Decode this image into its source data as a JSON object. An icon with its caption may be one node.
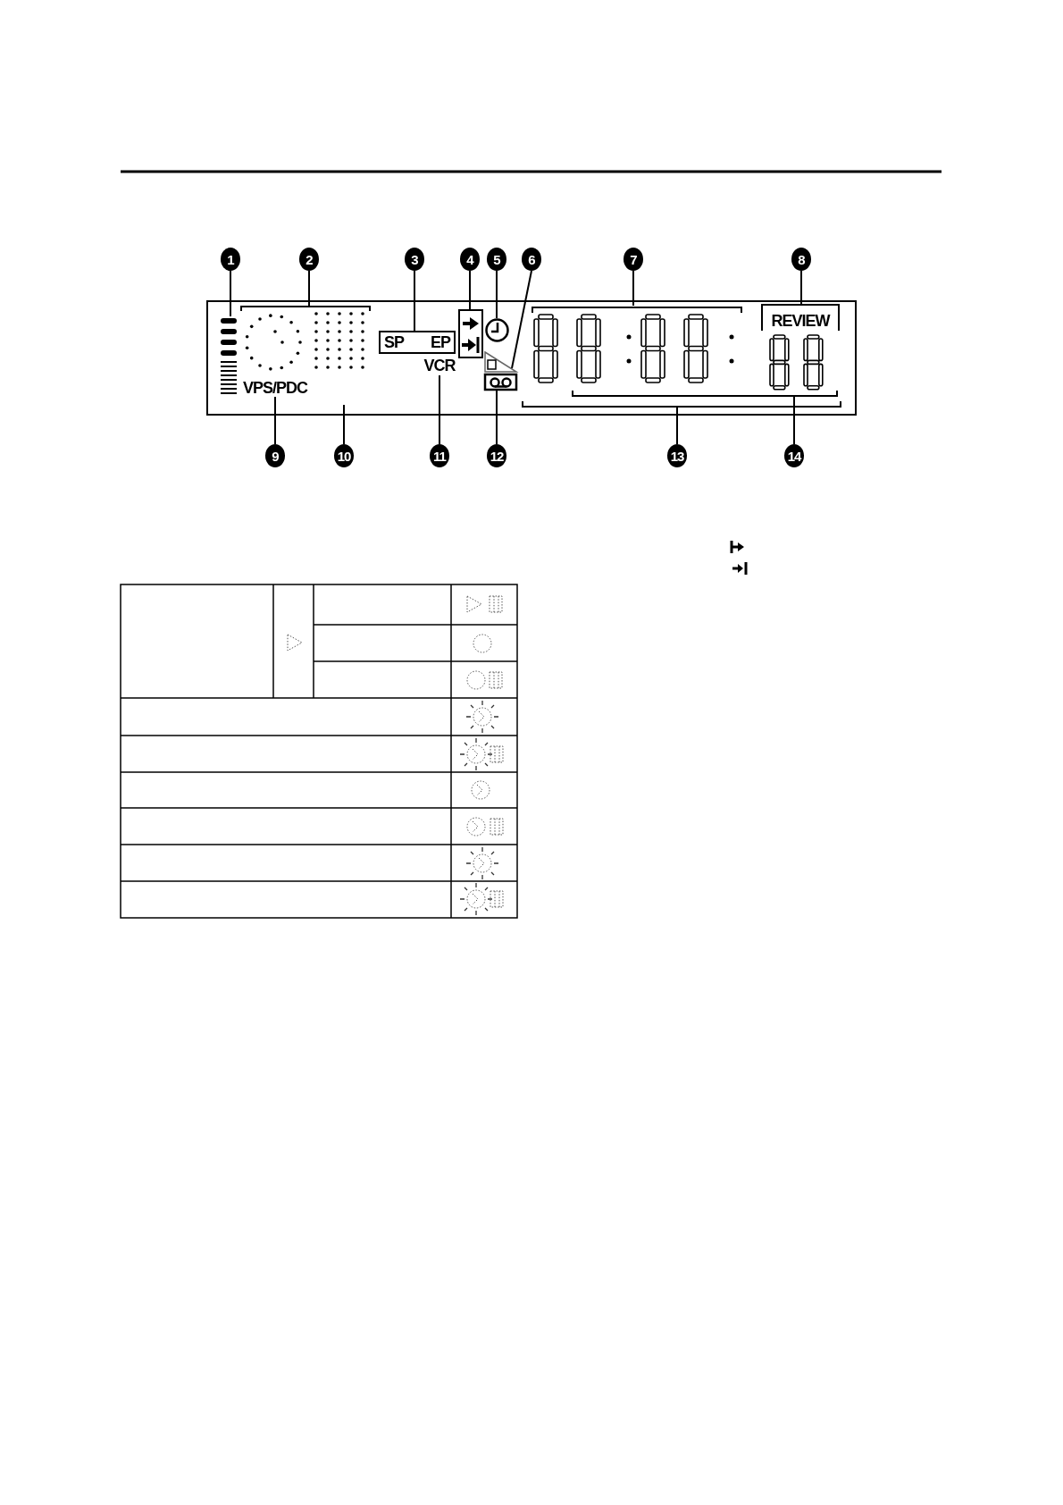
{
  "diagram": {
    "nodes": [
      {
        "text": [
          "1"
        ]
      },
      {
        "text": [
          "2"
        ]
      },
      {
        "text": [
          "3"
        ]
      },
      {
        "text": [
          "4"
        ]
      },
      {
        "text": [
          "5"
        ]
      },
      {
        "text": [
          "6"
        ]
      },
      {
        "text": [
          "7"
        ]
      },
      {
        "text": [
          "8"
        ]
      },
      {
        "text": [
          "9"
        ]
      },
      {
        "text": [
          "10"
        ]
      },
      {
        "text": [
          "11"
        ]
      },
      {
        "text": [
          "12"
        ]
      },
      {
        "text": [
          "13"
        ]
      },
      {
        "text": [
          "14"
        ]
      },
      {
        "text": [],
        "shape": "bar"
      },
      {
        "text": [],
        "shape": "circle"
      },
      {
        "text": [
          "SP",
          "EP"
        ]
      },
      {
        "text": [],
        "shape": "box"
      },
      {
        "text": [],
        "shape": "circle"
      },
      {
        "text": [],
        "shape": "triangle"
      },
      {
        "text": [],
        "shape": "display"
      },
      {
        "text": [
          "REVIEW"
        ]
      },
      {
        "text": [
          "VPS/PDC"
        ]
      },
      {
        "text": [
          "VCR"
        ]
      },
      {
        "text": [],
        "shape": "box"
      },
      {
        "text": [],
        "shape": "display"
      }
    ],
    "edges": [
      {
        "from": 0,
        "to": 14,
        "arrow": "none"
      },
      {
        "from": 1,
        "to": 15,
        "arrow": "none"
      },
      {
        "from": 2,
        "to": 16,
        "arrow": "none"
      },
      {
        "from": 3,
        "to": 17,
        "arrow": "none"
      },
      {
        "from": 4,
        "to": 18,
        "arrow": "none"
      },
      {
        "from": 5,
        "to": 19,
        "arrow": "none"
      },
      {
        "from": 6,
        "to": 20,
        "arrow": "none"
      },
      {
        "from": 7,
        "to": 21,
        "arrow": "none"
      },
      {
        "from": 8,
        "to": 22,
        "arrow": "none"
      },
      {
        "from": 9,
        "to": null,
        "arrow": "none"
      },
      {
        "from": 10,
        "to": 23,
        "arrow": "none"
      },
      {
        "from": 11,
        "to": 24,
        "arrow": "none"
      },
      {
        "from": 12,
        "to": null,
        "arrow": "none"
      },
      {
        "from": 13,
        "to": 25,
        "arrow": "none"
      }
    ]
  }
}
